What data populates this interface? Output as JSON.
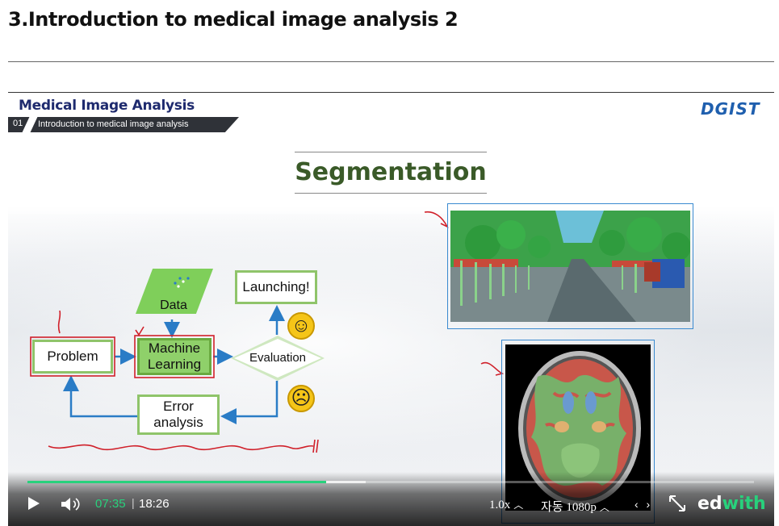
{
  "page": {
    "title": "3.Introduction to medical image analysis 2"
  },
  "slide": {
    "course_title": "Medical Image Analysis",
    "lesson_number": "01",
    "lesson_title": "Introduction to medical image analysis",
    "logo": "DGIST",
    "heading": "Segmentation",
    "diagram": {
      "problem": "Problem",
      "ml_line1": "Machine",
      "ml_line2": "Learning",
      "data": "Data",
      "evaluation": "Evaluation",
      "launching": "Launching!",
      "error_line1": "Error",
      "error_line2": "analysis"
    }
  },
  "player": {
    "current_time": "07:35",
    "separator": "|",
    "total_time": "18:26",
    "progress_fraction": 0.411,
    "buffer_fraction": 0.465,
    "speed": "1.0x",
    "quality": "자동 1080p",
    "nav": "‹ ›",
    "brand_a": "ed",
    "brand_b": "with",
    "accent_color": "#28d17c"
  }
}
